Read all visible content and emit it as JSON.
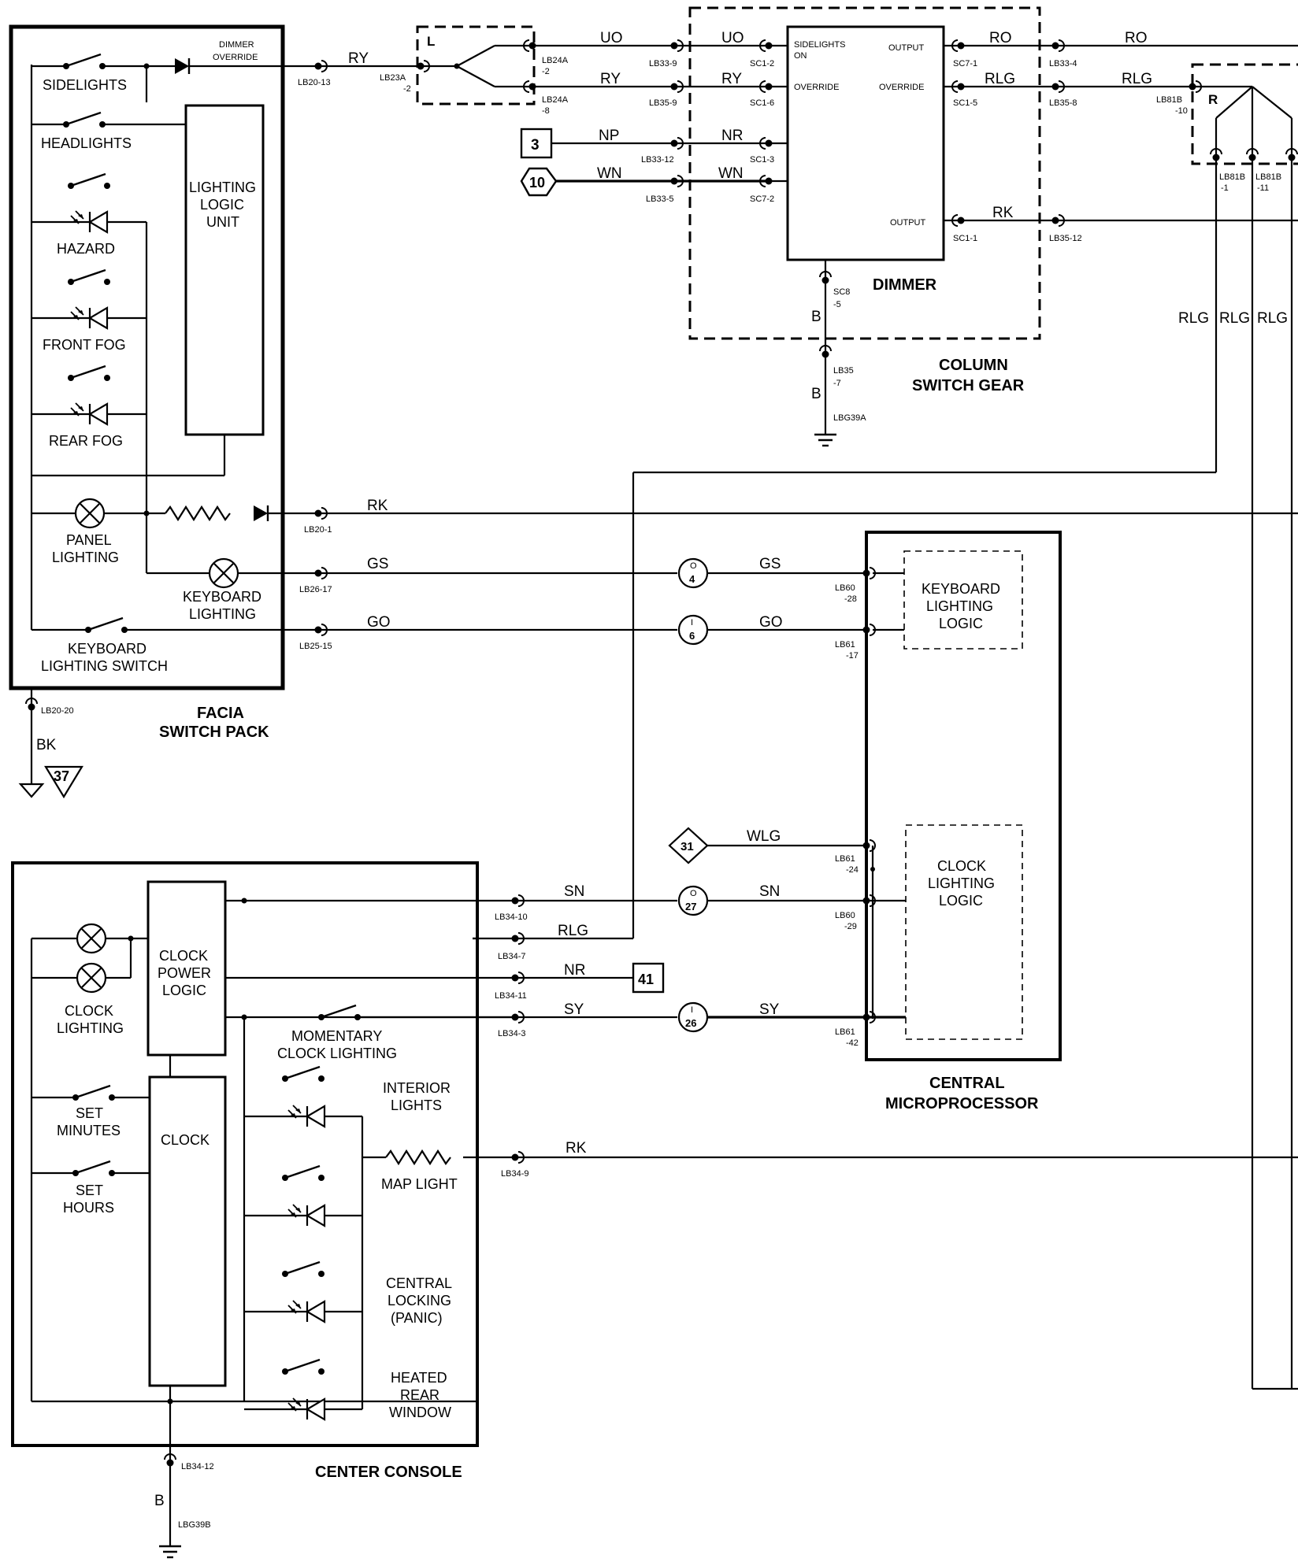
{
  "wires": {
    "ry_a": "RY",
    "uo_a": "UO",
    "uo_b": "UO",
    "ry_b": "RY",
    "ry_c": "RY",
    "np": "NP",
    "nr_a": "NR",
    "wn_a": "WN",
    "wn_b": "WN",
    "ro_a": "RO",
    "ro_b": "RO",
    "rlg_a": "RLG",
    "rlg_b": "RLG",
    "rk_a": "RK",
    "b_a": "B",
    "b_b": "B",
    "rlg_v1": "RLG",
    "rlg_v2": "RLG",
    "rlg_v3": "RLG",
    "rk_b": "RK",
    "gs_a": "GS",
    "gs_b": "GS",
    "go_a": "GO",
    "go_b": "GO",
    "bk": "BK",
    "wlg": "WLG",
    "sn_a": "SN",
    "sn_b": "SN",
    "rlg_c": "RLG",
    "nr_b": "NR",
    "sy_a": "SY",
    "sy_b": "SY",
    "rk_c": "RK",
    "b_c": "B"
  },
  "connectors": {
    "lb20_13": "LB20-13",
    "lb23a_2a": "LB23A",
    "lb23a_2b": "-2",
    "lb24a_2a": "LB24A",
    "lb24a_2b": "-2",
    "lb24a_8a": "LB24A",
    "lb24a_8b": "-8",
    "lb33_9": "LB33-9",
    "lb35_9": "LB35-9",
    "lb33_12": "LB33-12",
    "lb33_5": "LB33-5",
    "sc1_2": "SC1-2",
    "sc1_6": "SC1-6",
    "sc1_3": "SC1-3",
    "sc7_2": "SC7-2",
    "sc7_1": "SC7-1",
    "sc1_5": "SC1-5",
    "sc1_1": "SC1-1",
    "lb33_4": "LB33-4",
    "lb35_8": "LB35-8",
    "lb35_12": "LB35-12",
    "lb81b_10a": "LB81B",
    "lb81b_10b": "-10",
    "lb81b_1a": "LB81B",
    "lb81b_1b": "-1",
    "lb81b_11a": "LB81B",
    "lb81b_11b": "-11",
    "sc8_a": "SC8",
    "sc8_b": "-5",
    "lb35_7a": "LB35",
    "lb35_7b": "-7",
    "lbg39a": "LBG39A",
    "lb20_1": "LB20-1",
    "lb26_17": "LB26-17",
    "lb25_15": "LB25-15",
    "lb20_20": "LB20-20",
    "lb60_28a": "LB60",
    "lb60_28b": "-28",
    "lb61_17a": "LB61",
    "lb61_17b": "-17",
    "lb61_24a": "LB61",
    "lb61_24b": "-24",
    "lb60_29a": "LB60",
    "lb60_29b": "-29",
    "lb61_42a": "LB61",
    "lb61_42b": "-42",
    "lb34_10": "LB34-10",
    "lb34_7": "LB34-7",
    "lb34_11": "LB34-11",
    "lb34_3": "LB34-3",
    "lb34_9": "LB34-9",
    "lb34_12": "LB34-12",
    "lbg39b": "LBG39B"
  },
  "refs": {
    "ref3": "3",
    "ref10": "10",
    "ref37": "37",
    "ref41": "41",
    "ref31": "31",
    "o4_a": "O",
    "o4_b": "4",
    "i6_a": "I",
    "i6_b": "6",
    "o27_a": "O",
    "o27_b": "27",
    "i26_a": "I",
    "i26_b": "26",
    "splice_l": "L",
    "splice_r": "R"
  },
  "facia": {
    "title_1": "FACIA",
    "title_2": "SWITCH PACK",
    "dimmer_1": "DIMMER",
    "dimmer_2": "OVERRIDE",
    "sidelights": "SIDELIGHTS",
    "headlights": "HEADLIGHTS",
    "llu_1": "LIGHTING",
    "llu_2": "LOGIC",
    "llu_3": "UNIT",
    "hazard": "HAZARD",
    "front_fog": "FRONT FOG",
    "rear_fog": "REAR FOG",
    "panel_1": "PANEL",
    "panel_2": "LIGHTING",
    "kb_1": "KEYBOARD",
    "kb_2": "LIGHTING",
    "kbs_1": "KEYBOARD",
    "kbs_2": "LIGHTING SWITCH"
  },
  "column": {
    "title_1": "COLUMN",
    "title_2": "SWITCH GEAR",
    "dimmer": "DIMMER",
    "side_1": "SIDELIGHTS",
    "side_2": "ON",
    "override_l": "OVERRIDE",
    "output_1": "OUTPUT",
    "override_r": "OVERRIDE",
    "output_2": "OUTPUT"
  },
  "cpu": {
    "title_1": "CENTRAL",
    "title_2": "MICROPROCESSOR",
    "kll_1": "KEYBOARD",
    "kll_2": "LIGHTING",
    "kll_3": "LOGIC",
    "cll_1": "CLOCK",
    "cll_2": "LIGHTING",
    "cll_3": "LOGIC"
  },
  "console": {
    "title": "CENTER CONSOLE",
    "cpl_1": "CLOCK",
    "cpl_2": "POWER",
    "cpl_3": "LOGIC",
    "clock": "CLOCK",
    "cl_1": "CLOCK",
    "cl_2": "LIGHTING",
    "mom_1": "MOMENTARY",
    "mom_2": "CLOCK LIGHTING",
    "set_min_1": "SET",
    "set_min_2": "MINUTES",
    "set_hr_1": "SET",
    "set_hr_2": "HOURS",
    "int_1": "INTERIOR",
    "int_2": "LIGHTS",
    "map": "MAP LIGHT",
    "cen_1": "CENTRAL",
    "cen_2": "LOCKING",
    "cen_3": "(PANIC)",
    "heat_1": "HEATED",
    "heat_2": "REAR",
    "heat_3": "WINDOW"
  }
}
